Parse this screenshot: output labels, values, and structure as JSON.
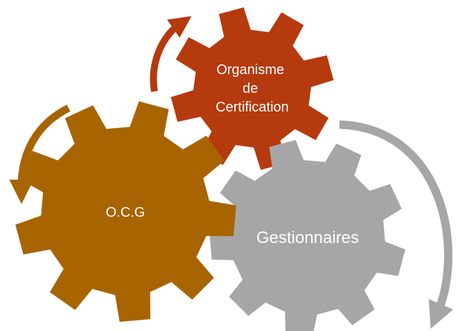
{
  "colors": {
    "ocg": "#A86400",
    "organisme": "#B53A0E",
    "gestionnaires": "#A6A6A6",
    "label": "#FFFFFF"
  },
  "gears": [
    {
      "id": "ocg",
      "label_lines": [
        "O.C.G"
      ]
    },
    {
      "id": "organisme",
      "label_lines": [
        "Organisme",
        "de",
        "Certification"
      ]
    },
    {
      "id": "gestionnaires",
      "label_lines": [
        "Gestionnaires"
      ]
    }
  ]
}
